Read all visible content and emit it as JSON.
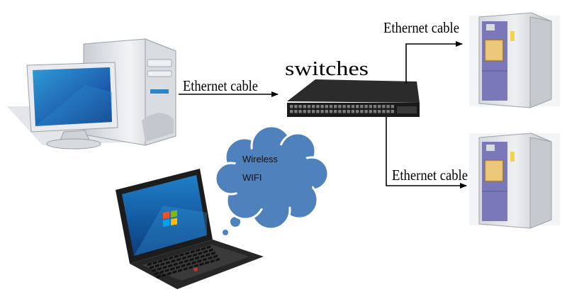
{
  "labels": {
    "cable_pc": "Ethernet cable",
    "switch": "switches",
    "cable_top": "Ethernet cable",
    "cable_bottom": "Ethernet cable",
    "wireless_line1": "Wireless",
    "wireless_line2": "WIFI"
  },
  "colors": {
    "line": "#000000",
    "cloud_fill": "#4f81bd",
    "cloud_stroke": "#ffffff",
    "chamber_panel": "#7a78b8",
    "switch_body": "#1a1a1a"
  },
  "icons": {
    "desktop": "desktop-computer-icon",
    "switch": "network-switch-icon",
    "laptop": "laptop-icon",
    "chamber": "test-chamber-icon",
    "cloud": "thought-cloud-icon"
  }
}
